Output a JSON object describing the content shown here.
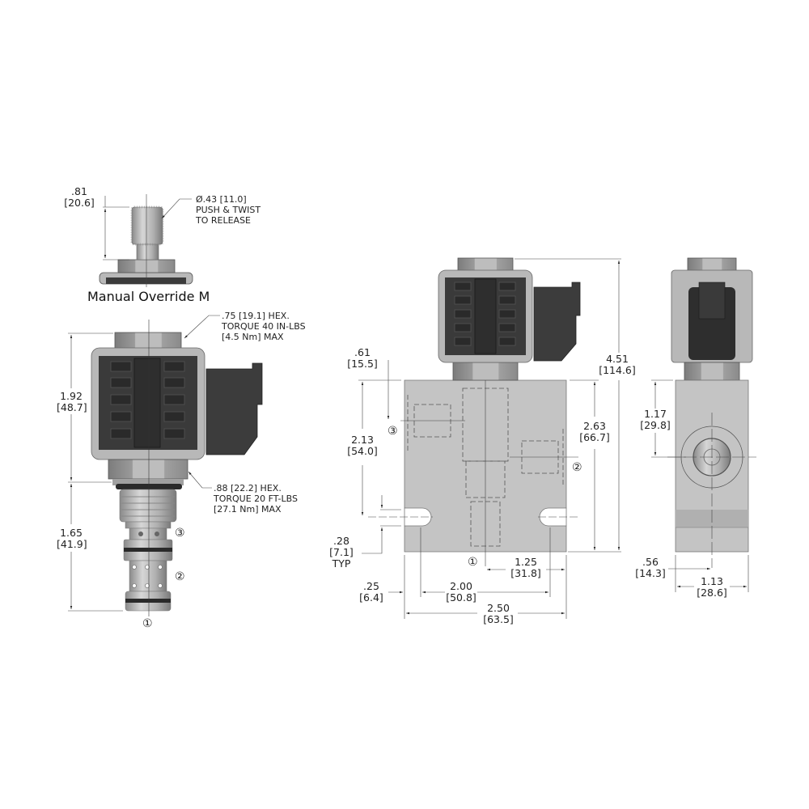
{
  "drawing": {
    "type": "Solenoid cartridge valve dimensional drawing",
    "units": "inches [mm]"
  },
  "manual_override": {
    "title": "Manual Override M",
    "height_dim": {
      "in": ".81",
      "mm": "[20.6]"
    },
    "knob_note": [
      "Ø.43 [11.0]",
      "PUSH & TWIST",
      "TO RELEASE"
    ]
  },
  "cartridge_view": {
    "coil_height": {
      "in": "1.92",
      "mm": "[48.7]"
    },
    "cartridge_length": {
      "in": "1.65",
      "mm": "[41.9]"
    },
    "top_hex_note": [
      ".75 [19.1] HEX.",
      "TORQUE 40 IN-LBS",
      "[4.5 Nm] MAX"
    ],
    "body_hex_note": [
      ".88 [22.2] HEX.",
      "TORQUE 20 FT-LBS",
      "[27.1 Nm] MAX"
    ],
    "ports": [
      "③",
      "②",
      "①"
    ]
  },
  "front_view": {
    "overall_height": {
      "in": "4.51",
      "mm": "[114.6]"
    },
    "port3_depth": {
      "in": ".61",
      "mm": "[15.5]"
    },
    "port3_to_slot": {
      "in": "2.13",
      "mm": "[54.0]"
    },
    "port2_height": {
      "in": "2.63",
      "mm": "[66.7]"
    },
    "slot_width": {
      "in": ".28",
      "mm": "[7.1]",
      "suffix": "TYP"
    },
    "slot_offset": {
      "in": ".25",
      "mm": "[6.4]"
    },
    "slot_spacing": {
      "in": "2.00",
      "mm": "[50.8]"
    },
    "port1_offset": {
      "in": "1.25",
      "mm": "[31.8]"
    },
    "block_width": {
      "in": "2.50",
      "mm": "[63.5]"
    },
    "ports": [
      "③",
      "②",
      "①"
    ]
  },
  "side_view": {
    "port_height": {
      "in": "1.17",
      "mm": "[29.8]"
    },
    "port_center": {
      "in": ".56",
      "mm": "[14.3]"
    },
    "block_depth": {
      "in": "1.13",
      "mm": "[28.6]"
    }
  },
  "colors": {
    "block": "#c4c4c4",
    "coil_dark": "#3a3a3a",
    "coil_frame": "#b8b8b8",
    "hex": "#a8a8a8",
    "line": "#333333"
  }
}
